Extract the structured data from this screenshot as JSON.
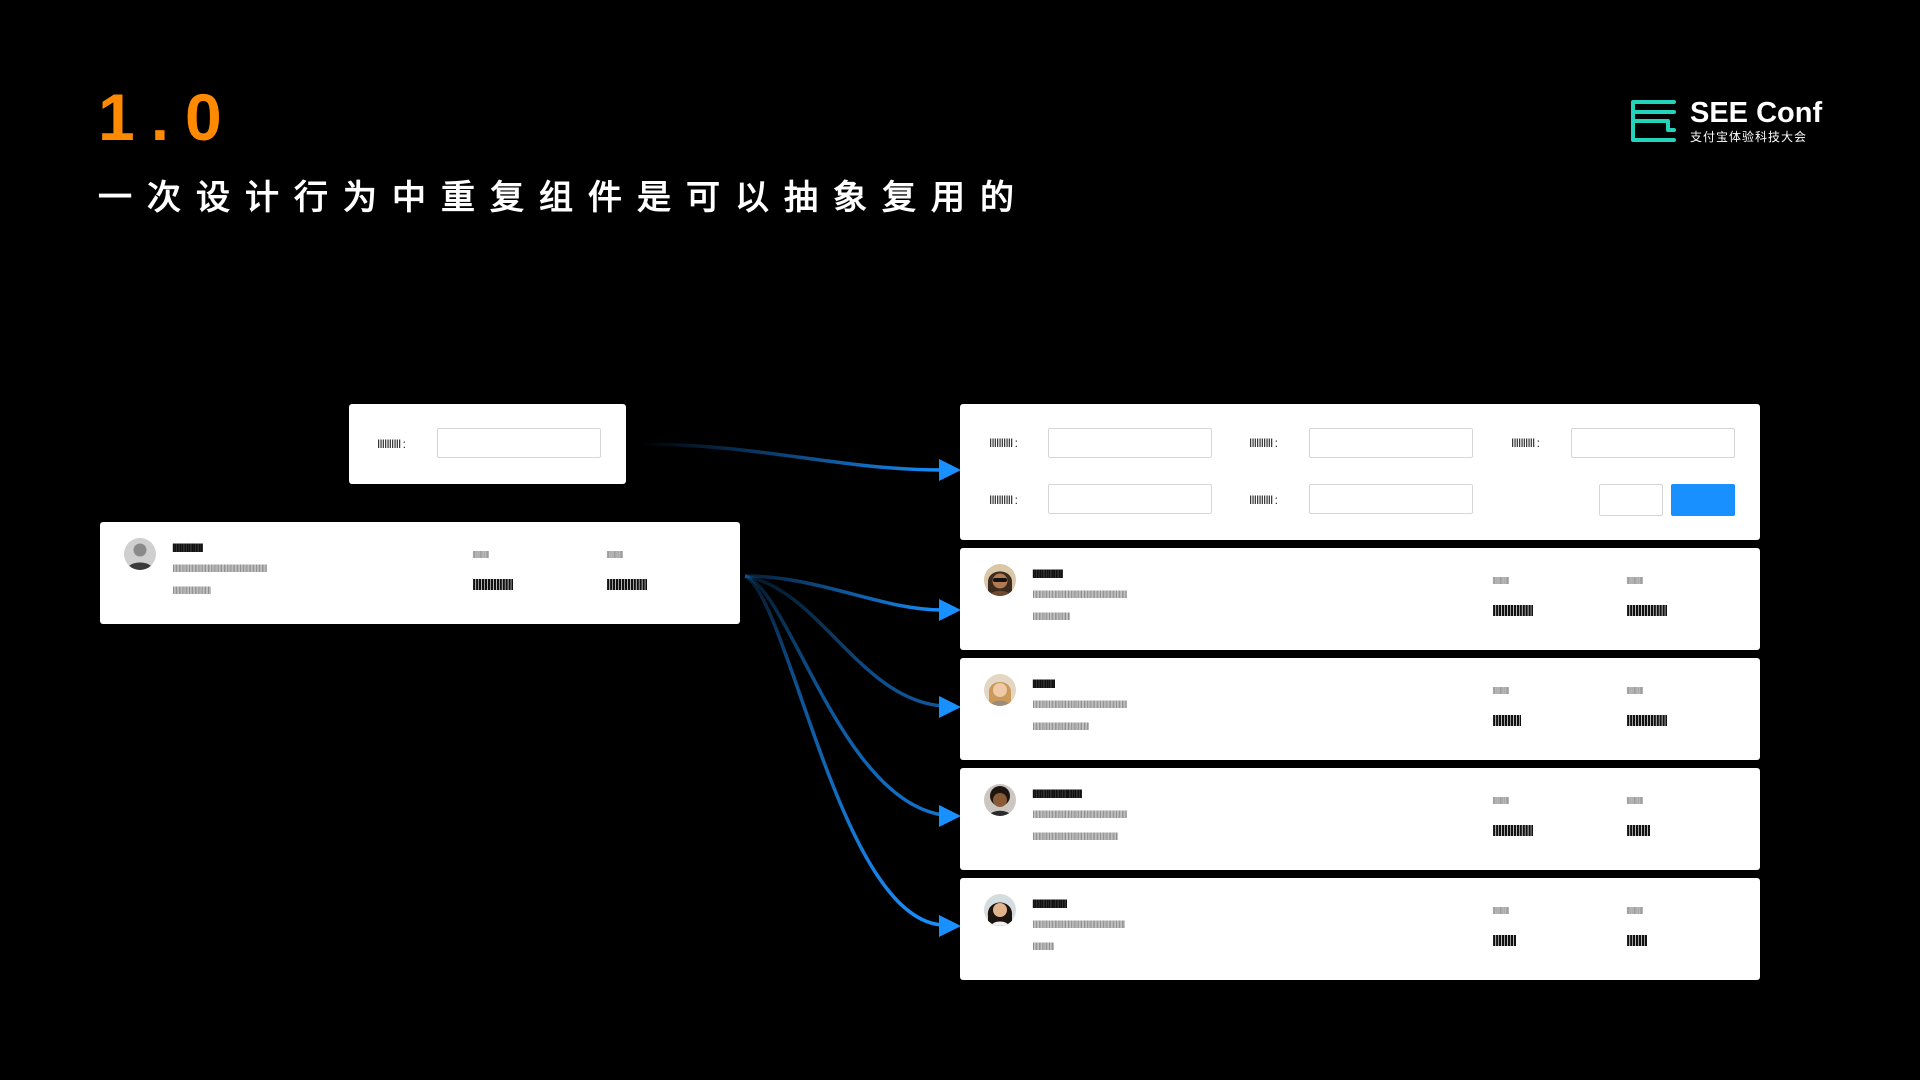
{
  "slide": {
    "version": "1.0",
    "subtitle": "一次设计行为中重复组件是可以抽象复用的"
  },
  "logo": {
    "name": "SEE Conf",
    "sub": "支付宝体验科技大会"
  },
  "colors": {
    "background": "#000000",
    "accent_orange": "#ff8a00",
    "arrow_blue": "#1890ff",
    "primary_button": "#1890ff"
  },
  "icons": {
    "logo": "see-conf-logo-icon",
    "arrow": "arrow-right-icon",
    "avatar": "user-avatar-icon"
  },
  "single_field": {
    "label": "IIIIIIIIII :"
  },
  "search_form": {
    "fields": [
      {
        "label": "IIIIIIIIII :"
      },
      {
        "label": "IIIIIIIIII :"
      },
      {
        "label": "IIIIIIIIII :"
      },
      {
        "label": "IIIIIIIIII :"
      },
      {
        "label": "IIIIIIIIII :"
      }
    ]
  },
  "single_item": {
    "name": "IIIIIIIIIIIIIIIIII",
    "desc1": "IIIIIIIIIIIIIIIIIIIIIIIIIIIIIIIIIIIIIIIIIIIIIIIIIIIIIIIIIIIIIIIII",
    "desc2": "IIIIIIIIIIIIIIIIIIIIIIIIIII",
    "m1_label": "IIIIIIIIIIIIII",
    "m1_value": "IIIIIIIIIIIIII",
    "m2_label": "IIIIIIIIIIIIII",
    "m2_value": "IIIIIIIIIIIIII",
    "avatar": "avatar-gray"
  },
  "list_items": [
    {
      "name": "IIIIIIIIIIIIIIIIII",
      "desc1": "IIIIIIIIIIIIIIIIIIIIIIIIIIIIIIIIIIIIIIIIIIIIIIIIIIIIIIIIIIIIIIIII",
      "desc2": "IIIIIIIIIIIIIIIIIIIIIIIIII",
      "m1_label": "IIIIIIIIIIIIII",
      "m1_value": "IIIIIIIIIIIIII",
      "m2_label": "IIIIIIIIIIIIII",
      "m2_value": "IIIIIIIIIIIIII",
      "avatar": "avatar-sunglasses"
    },
    {
      "name": "IIIIIIIIIIIII",
      "desc1": "IIIIIIIIIIIIIIIIIIIIIIIIIIIIIIIIIIIIIIIIIIIIIIIIIIIIIIIIIIIIIIIII",
      "desc2": "IIIIIIIIIIIIIIIIIIIIIIIIIIIIIIIIIIIIIII",
      "m1_label": "IIIIIIIIIIIIII",
      "m1_value": "IIIIIIIIII",
      "m2_label": "IIIIIIIIIIIIII",
      "m2_value": "IIIIIIIIIIIIII",
      "avatar": "avatar-blonde"
    },
    {
      "name": "IIIIIIIIIIIIIIIIIIIIIIIIIIIII",
      "desc1": "IIIIIIIIIIIIIIIIIIIIIIIIIIIIIIIIIIIIIIIIIIIIIIIIIIIIIIIIIIIIIIIII",
      "desc2": "IIIIIIIIIIIIIIIIIIIIIIIIIIIIIIIIIIIIIIIIIIIIIIIIIIIIIIIIIII",
      "m1_label": "IIIIIIIIIIIIII",
      "m1_value": "IIIIIIIIIIIIII",
      "m2_label": "IIIIIIIIIIIIII",
      "m2_value": "IIIIIIII",
      "avatar": "avatar-curly"
    },
    {
      "name": "IIIIIIIIIIIIIIIIIIII",
      "desc1": "IIIIIIIIIIIIIIIIIIIIIIIIIIIIIIIIIIIIIIIIIIIIIIIIIIIIIIIIIIIIIIII",
      "desc2": "IIIIIIIIIIIIIII",
      "m1_label": "IIIIIIIIIIIIII",
      "m1_value": "IIIIIIII",
      "m2_label": "IIIIIIIIIIIIII",
      "m2_value": "IIIIIII",
      "avatar": "avatar-darkhair"
    }
  ]
}
